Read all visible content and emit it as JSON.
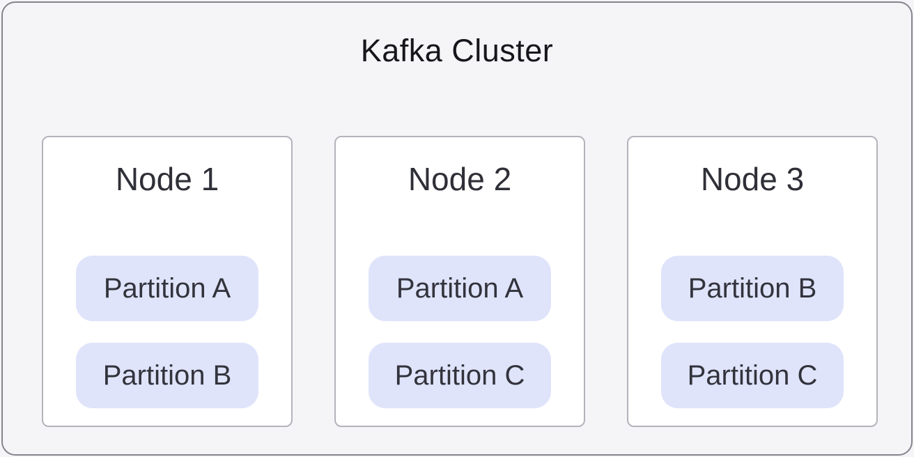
{
  "diagram": {
    "title": "Kafka Cluster",
    "colors": {
      "canvas_bg": "#f5f5f7",
      "outer_border": "#84848e",
      "node_bg": "#ffffff",
      "node_border": "#b3b3bb",
      "partition_bg": "#dfe4fb",
      "title_text": "#16161c",
      "node_text": "#2f2f38",
      "partition_text": "#33333c"
    },
    "nodes": [
      {
        "label": "Node 1",
        "partitions": [
          "Partition A",
          "Partition B"
        ]
      },
      {
        "label": "Node 2",
        "partitions": [
          "Partition A",
          "Partition C"
        ]
      },
      {
        "label": "Node 3",
        "partitions": [
          "Partition B",
          "Partition C"
        ]
      }
    ]
  }
}
